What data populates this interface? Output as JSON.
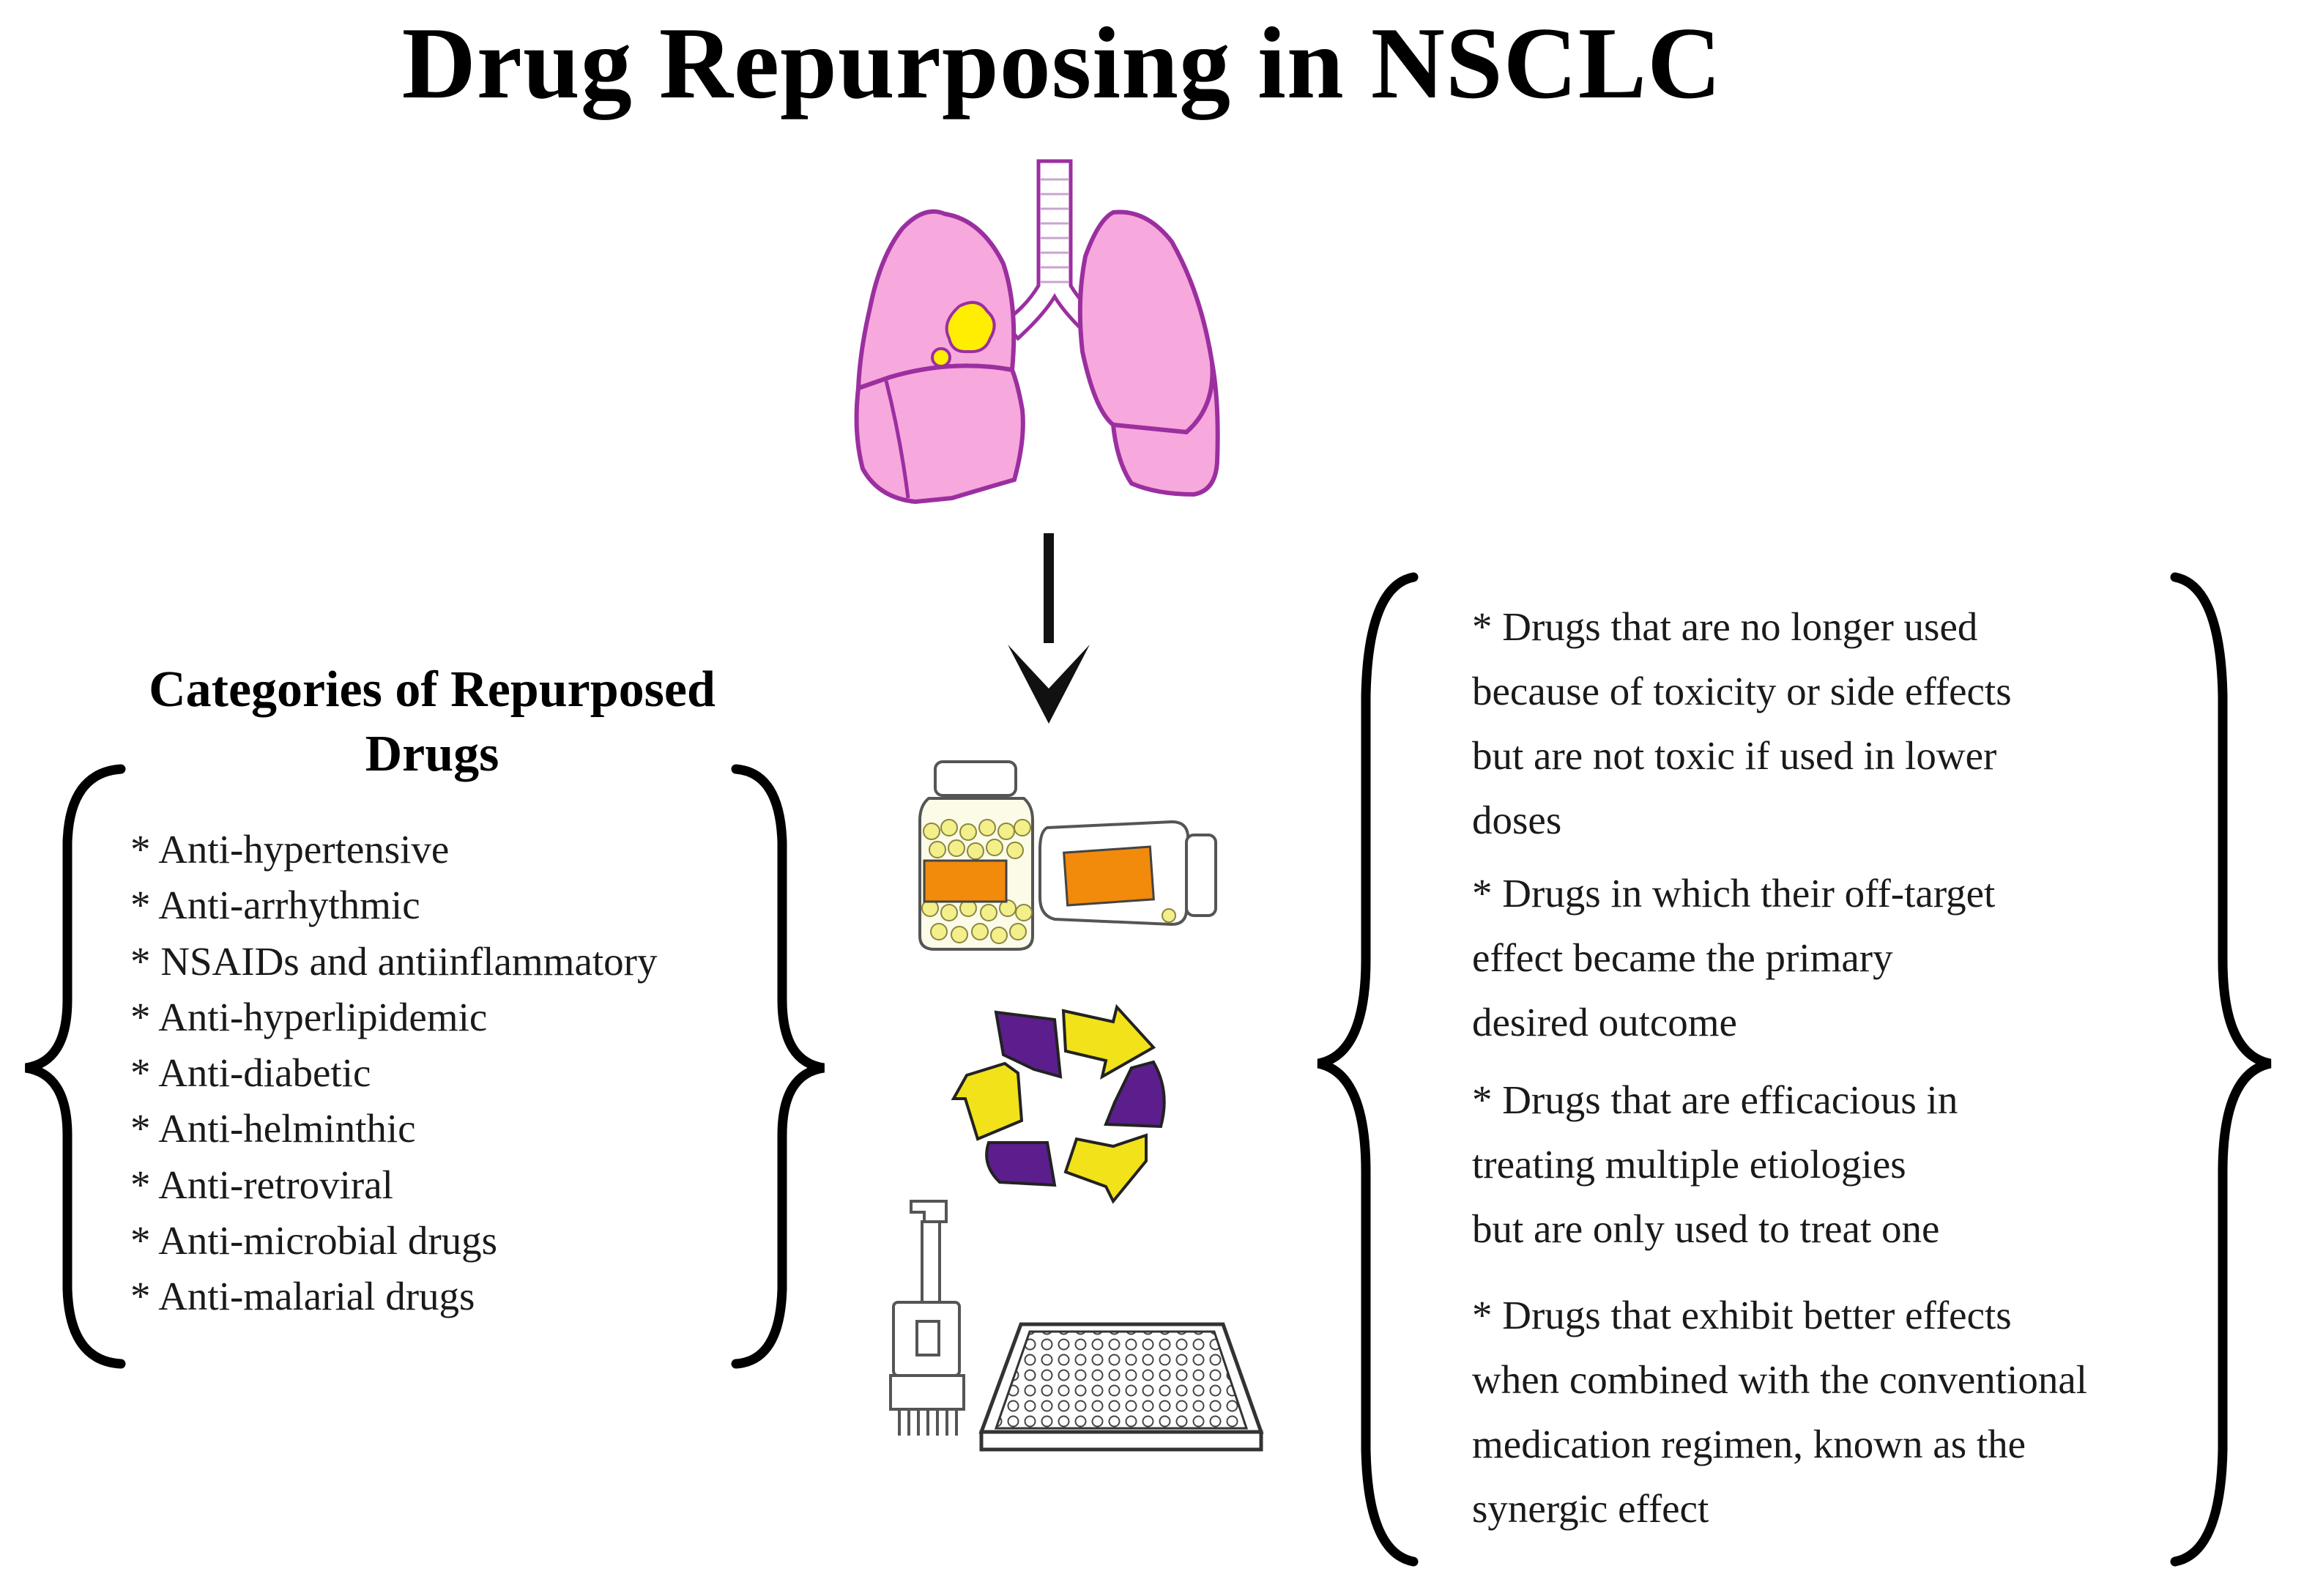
{
  "title": "Drug Repurposing in NSCLC",
  "categories": {
    "heading_line1": "Categories of Repurposed",
    "heading_line2": "Drugs",
    "items": [
      "* Anti-hypertensive",
      "* Anti-arrhythmic",
      "* NSAIDs and antiinflammatory",
      "* Anti-hyperlipidemic",
      "* Anti-diabetic",
      "* Anti-helminthic",
      "* Anti-retroviral",
      "* Anti-microbial drugs",
      "* Anti-malarial drugs"
    ]
  },
  "criteria": [
    [
      "* Drugs that are no longer used",
      "because of toxicity or side effects",
      "but are not toxic if used in lower",
      "doses"
    ],
    [
      "* Drugs in which their off-target",
      "effect became the primary",
      "desired outcome"
    ],
    [
      "* Drugs that are efficacious in",
      "treating multiple etiologies",
      "but are only used to treat one"
    ],
    [
      "* Drugs that exhibit better effects",
      "when combined with the conventional",
      "medication regimen, known as the",
      "synergic effect"
    ]
  ],
  "colors": {
    "lung_fill": "#f7a8dc",
    "lung_outline": "#9b2fa0",
    "tumor": "#ffee00",
    "pill_yellow": "#f3ef8a",
    "bottle_label": "#f28a0c",
    "arrow_purple": "#5b1e8c",
    "arrow_yellow": "#f1e21a"
  },
  "icons": [
    "lungs-with-tumor-icon",
    "down-arrow-icon",
    "pill-bottles-icon",
    "recycle-icon",
    "multichannel-pipette-icon",
    "well-plate-icon",
    "left-brace-icon",
    "right-brace-icon"
  ]
}
